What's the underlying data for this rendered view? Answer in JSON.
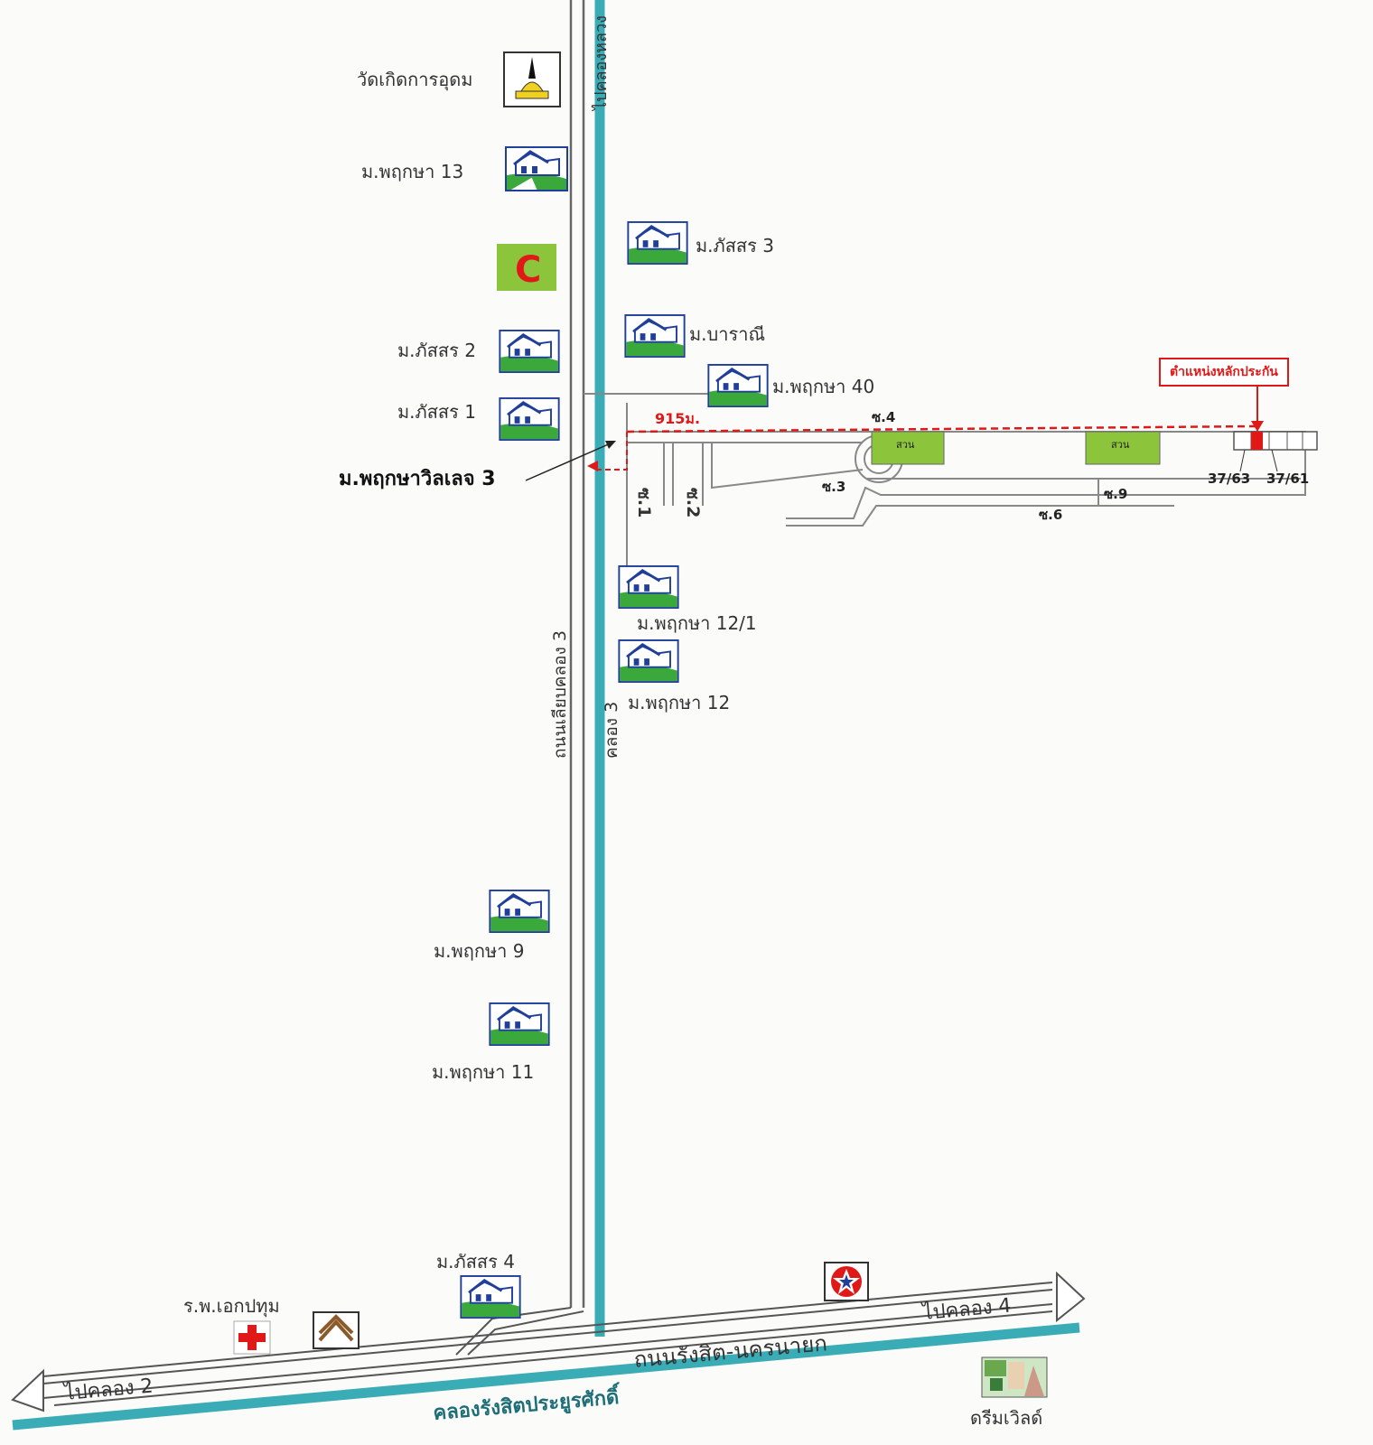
{
  "colors": {
    "canal": "#3aacb6",
    "road": "#7a7a7a",
    "house_green": "#3aa83a",
    "house_blue": "#1f3f9a",
    "marker_red": "#e01818",
    "temple_yellow": "#f0d020"
  },
  "roads": {
    "road_label": "ถนนเลียบคลอง 3",
    "canal_label": "คลอง 3",
    "top_label": "ไปคลองหลวง",
    "main_road_label": "ถนนรังสิต-นครนายก",
    "main_canal_label": "คลองรังสิตประยูรศักดิ์",
    "to_west": "ไปคลอง 2",
    "to_east": "ไปคลอง 4"
  },
  "places": {
    "temple": "วัดเกิดการอุดม",
    "v13": "ม.พฤกษา 13",
    "phatson3": "ม.ภัสสร 3",
    "baranee": "ม.บาราณี",
    "phatson2": "ม.ภัสสร 2",
    "v40": "ม.พฤกษา 40",
    "phatson1": "ม.ภัสสร 1",
    "village3": "ม.พฤกษาวิลเลจ 3",
    "v12_1": "ม.พฤกษา 12/1",
    "v12": "ม.พฤกษา 12",
    "v9": "ม.พฤกษา 9",
    "v11": "ม.พฤกษา 11",
    "phatson4": "ม.ภัสสร 4",
    "hospital": "ร.พ.เอกปทุม",
    "dreamworld": "ดรีมเวิลด์"
  },
  "soi": {
    "s1": "ซ.1",
    "s2": "ซ.2",
    "s3": "ซ.3",
    "s4": "ซ.4",
    "s6": "ซ.6",
    "s9": "ซ.9",
    "park": "สวน"
  },
  "distance": "915ม.",
  "callout": "ตำแหน่งหลักประกัน",
  "units": {
    "left": "37/63",
    "right": "37/61"
  }
}
